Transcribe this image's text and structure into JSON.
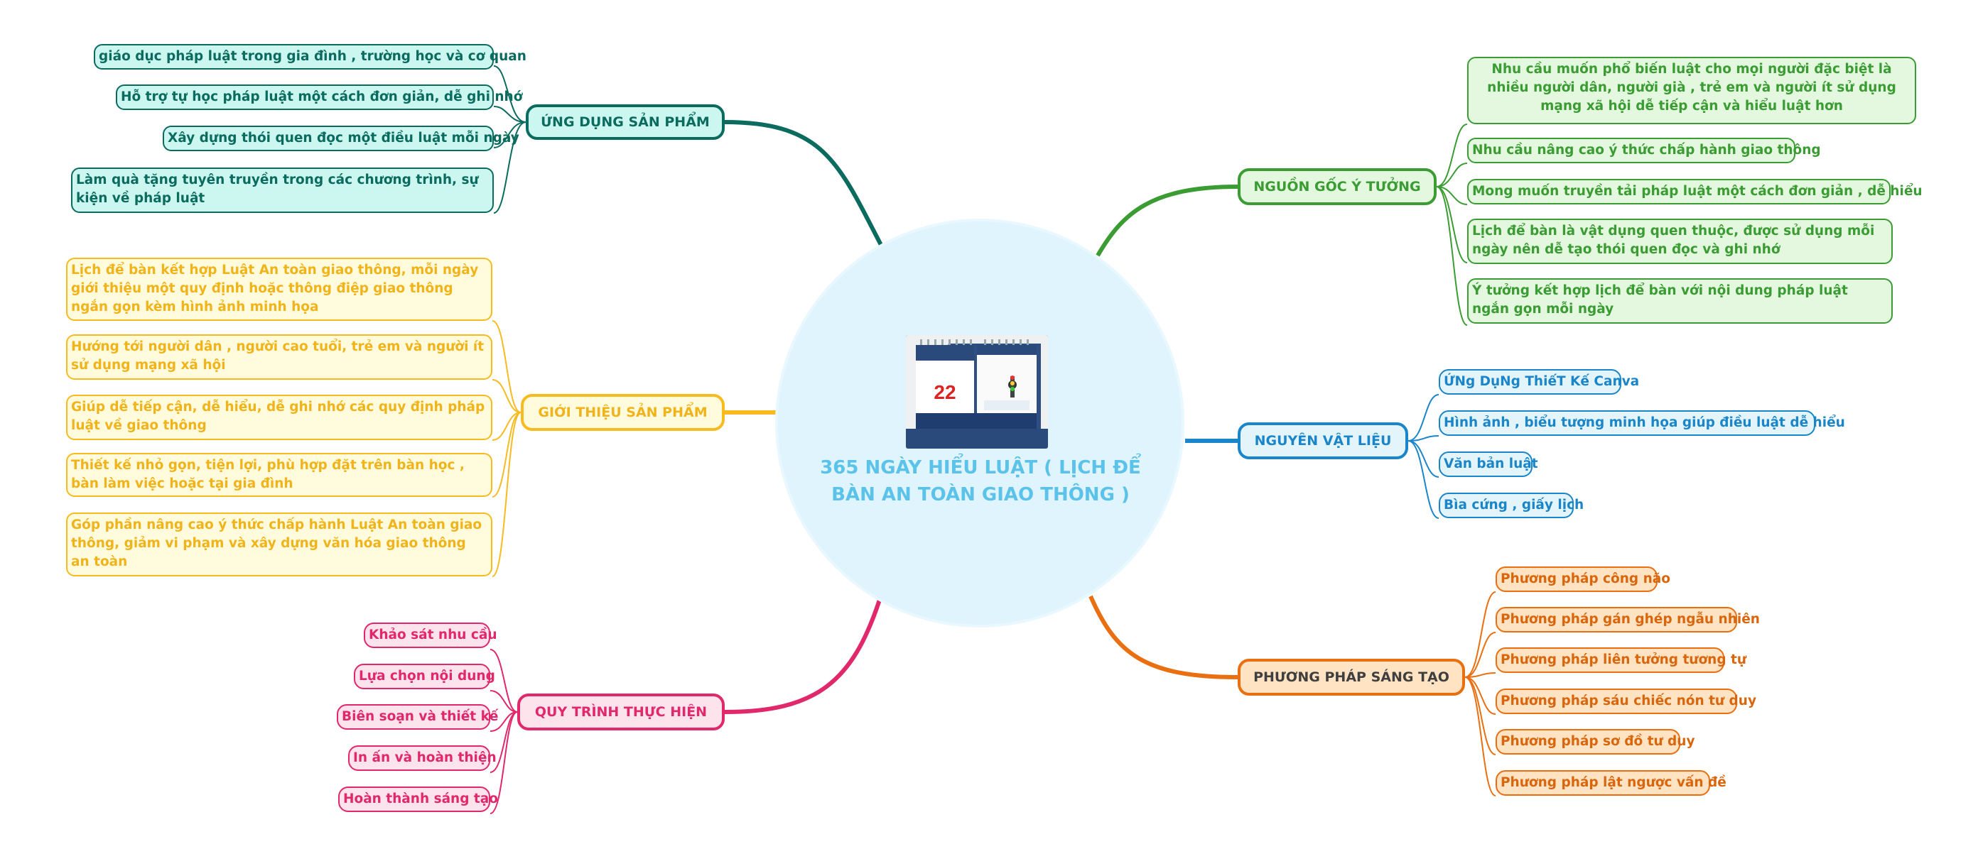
{
  "center": {
    "title_line1": "365 NGÀY HIỂU LUẬT ( LỊCH ĐỂ",
    "title_line2": "BÀN AN TOÀN GIAO THÔNG )",
    "image": "desk-calendar-image",
    "image_date": "22"
  },
  "colors": {
    "teal": "#0a6b5e",
    "teal_fill": "#ccf7f1",
    "yellow": "#f7bb20",
    "yellow_text": "#f0b41a",
    "yellow_fill": "#fffbdc",
    "pink": "#e0286b",
    "pink_fill": "#fde4ec",
    "green": "#3a9c33",
    "green_fill": "#e4f7df",
    "blue": "#1a86c9",
    "blue_fill": "#e4f4fb",
    "orange": "#e96f10",
    "orange_text": "#d9660c",
    "orange_fill": "#ffe3c2",
    "center_fill": "#dff4fd",
    "center_text": "#5bc3ea"
  },
  "branches": {
    "ung_dung": {
      "label": "ỨNG DỤNG SẢN PHẨM",
      "items": [
        "giáo dục pháp luật trong gia đình , trường học và cơ quan",
        "Hỗ trợ tự học pháp luật một cách đơn giản, dễ ghi nhớ",
        "Xây dựng thói quen đọc một điều luật mỗi ngày",
        "Làm quà tặng tuyên truyền trong các chương trình, sự kiện về pháp luật"
      ]
    },
    "gioi_thieu": {
      "label": "GIỚI THIỆU SẢN PHẨM",
      "items": [
        "Lịch để bàn kết hợp Luật An toàn giao thông, mỗi ngày giới thiệu một quy định hoặc thông điệp giao thông ngắn gọn kèm hình ảnh minh họa",
        "Hướng tới người dân , người cao tuổi, trẻ em và người ít sử dụng mạng xã hội",
        "Giúp dễ tiếp cận, dễ hiểu, dễ ghi nhớ các quy định pháp luật về giao thông",
        "Thiết kế nhỏ gọn, tiện lợi, phù hợp đặt trên bàn học , bàn làm việc hoặc tại gia đình",
        "Góp phần nâng cao ý thức chấp hành Luật An toàn giao thông, giảm vi phạm và xây dựng văn hóa giao thông an toàn"
      ]
    },
    "quy_trinh": {
      "label": "QUY TRÌNH THỰC HIỆN",
      "items": [
        "Khảo sát nhu cầu",
        "Lựa chọn nội dung",
        "Biên soạn và thiết kế",
        "In ấn và hoàn thiện",
        "Hoàn thành sáng tạo"
      ]
    },
    "nguon_goc": {
      "label": "NGUỒN GỐC Ý TƯỞNG",
      "items": [
        "Nhu cầu muốn phổ biến luật cho mọi người đặc biệt là nhiều người dân, người già , trẻ em và người ít sử dụng mạng xã hội dễ tiếp cận và hiểu luật hơn",
        "Nhu cầu nâng cao ý thức chấp hành giao thông",
        "Mong muốn truyền tải pháp luật một cách đơn giản , dễ hiểu",
        "Lịch để bàn là vật dụng quen thuộc, được sử dụng mỗi ngày nên dễ tạo thói quen đọc và ghi nhớ",
        "Ý tưởng kết hợp lịch để bàn với nội dung pháp luật ngắn gọn mỗi ngày"
      ]
    },
    "nguyen_vat_lieu": {
      "label": "NGUYÊN VẬT LIỆU",
      "items": [
        "ỨNg DụNg ThiếT Kế Canva",
        "Hình ảnh , biểu tượng minh họa giúp điều luật dễ hiểu",
        "Văn bản luật",
        "Bìa cứng , giấy lịch"
      ]
    },
    "phuong_phap": {
      "label": "PHƯƠNG PHÁP SÁNG TẠO",
      "items": [
        "Phương pháp công não",
        "Phương pháp gán ghép ngẫu nhiên",
        "Phương pháp liên tưởng tương tự",
        "Phương pháp sáu chiếc nón tư duy",
        "Phương pháp sơ đồ tư duy",
        "Phương pháp lật ngược vấn đề"
      ]
    }
  }
}
